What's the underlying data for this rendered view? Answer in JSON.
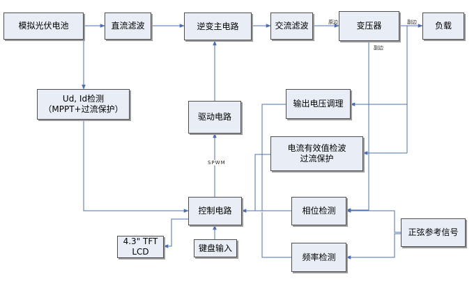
{
  "blocks": {
    "pv_sim": "模拟光伏电池",
    "dc_filter": "直流滤波",
    "inverter_main": "逆变主电路",
    "ac_filter": "交流滤波",
    "transformer": "变压器",
    "load": "负载",
    "ud_id_line1": "Ud, Id检测",
    "ud_id_line2": "（MPPT+过流保护）",
    "driver": "驱动电路",
    "output_voltage_reg": "输出电压调理",
    "rms_line1": "电流有效值检波",
    "rms_line2": "过流保护",
    "control": "控制电路",
    "phase_detect": "相位检测",
    "sine_ref": "正弦参考信号",
    "freq_detect": "频率检测",
    "lcd_line1": "4.3\" TFT",
    "lcd_line2": "LCD",
    "keypad": "键盘输入"
  },
  "labels": {
    "primary": "原边",
    "secondary_top": "副边",
    "secondary_bottom": "副边",
    "spwm": "SPWM"
  },
  "colors": {
    "wire": "#4a6fb5",
    "block_fill": "#e8edf6",
    "block_border": "#4d4d4d"
  }
}
